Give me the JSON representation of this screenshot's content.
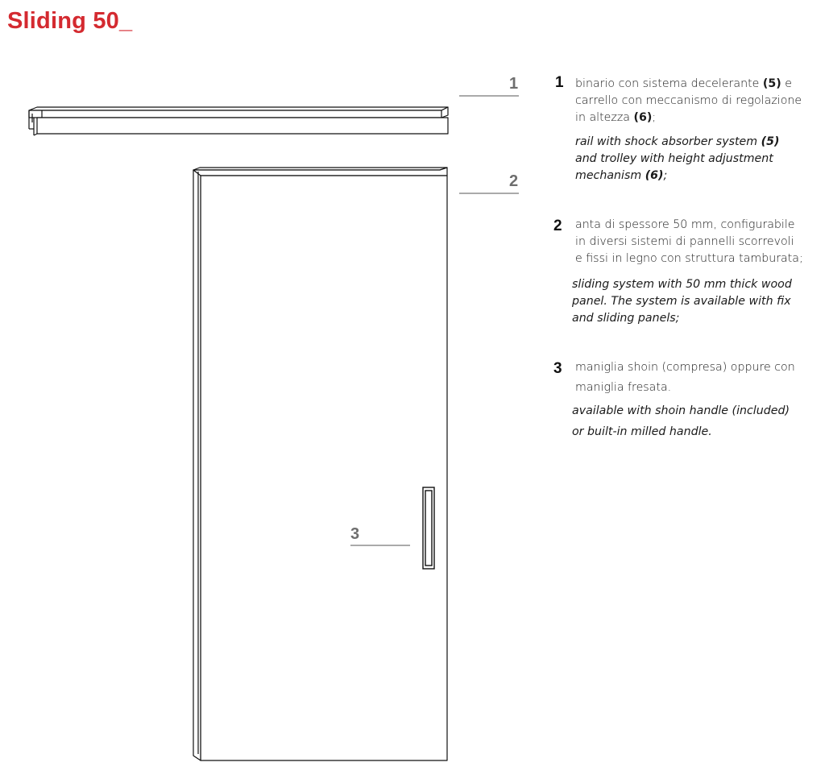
{
  "title": "Sliding 50_",
  "callouts": [
    "1",
    "2",
    "3"
  ],
  "items": [
    {
      "number": "1",
      "it": [
        "binario con sistema decelerante ",
        "(5)",
        " e\ncarrello con meccanismo di regolazione\nin altezza ",
        "(6)",
        ";"
      ],
      "en": [
        "rail with shock absorber system ",
        "(5)",
        "\nand trolley with height adjustment\nmechanism ",
        "(6)",
        ";"
      ]
    },
    {
      "number": "2",
      "it": [
        "anta di spessore 50 mm, configurabile\nin diversi sistemi di pannelli scorrevoli\ne fissi in legno con struttura tamburata;"
      ],
      "en": [
        "sliding system with 50 mm thick wood\npanel. The system is available with fix\nand sliding panels;"
      ]
    },
    {
      "number": "3",
      "it": [
        "maniglia shoin (compresa) oppure con\nmaniglia fresata."
      ],
      "en": [
        "available with shoin handle (included)\nor built-in milled handle."
      ]
    }
  ]
}
